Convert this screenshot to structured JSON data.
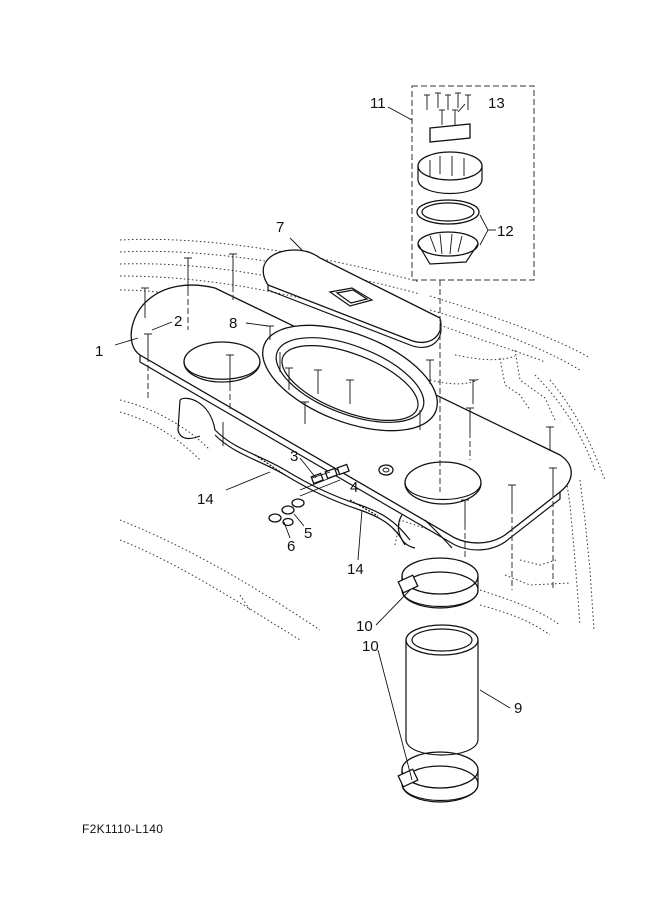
{
  "callouts": [
    {
      "id": "c1",
      "label": "1"
    },
    {
      "id": "c2",
      "label": "2"
    },
    {
      "id": "c3",
      "label": "3"
    },
    {
      "id": "c4",
      "label": "4"
    },
    {
      "id": "c5",
      "label": "5"
    },
    {
      "id": "c6",
      "label": "6"
    },
    {
      "id": "c7",
      "label": "7"
    },
    {
      "id": "c8",
      "label": "8"
    },
    {
      "id": "c9",
      "label": "9"
    },
    {
      "id": "c10a",
      "label": "10"
    },
    {
      "id": "c10b",
      "label": "10"
    },
    {
      "id": "c11",
      "label": "11"
    },
    {
      "id": "c12",
      "label": "12"
    },
    {
      "id": "c13",
      "label": "13"
    },
    {
      "id": "c14a",
      "label": "14"
    },
    {
      "id": "c14b",
      "label": "14"
    }
  ],
  "diagram_code": "F2K1110-L140"
}
